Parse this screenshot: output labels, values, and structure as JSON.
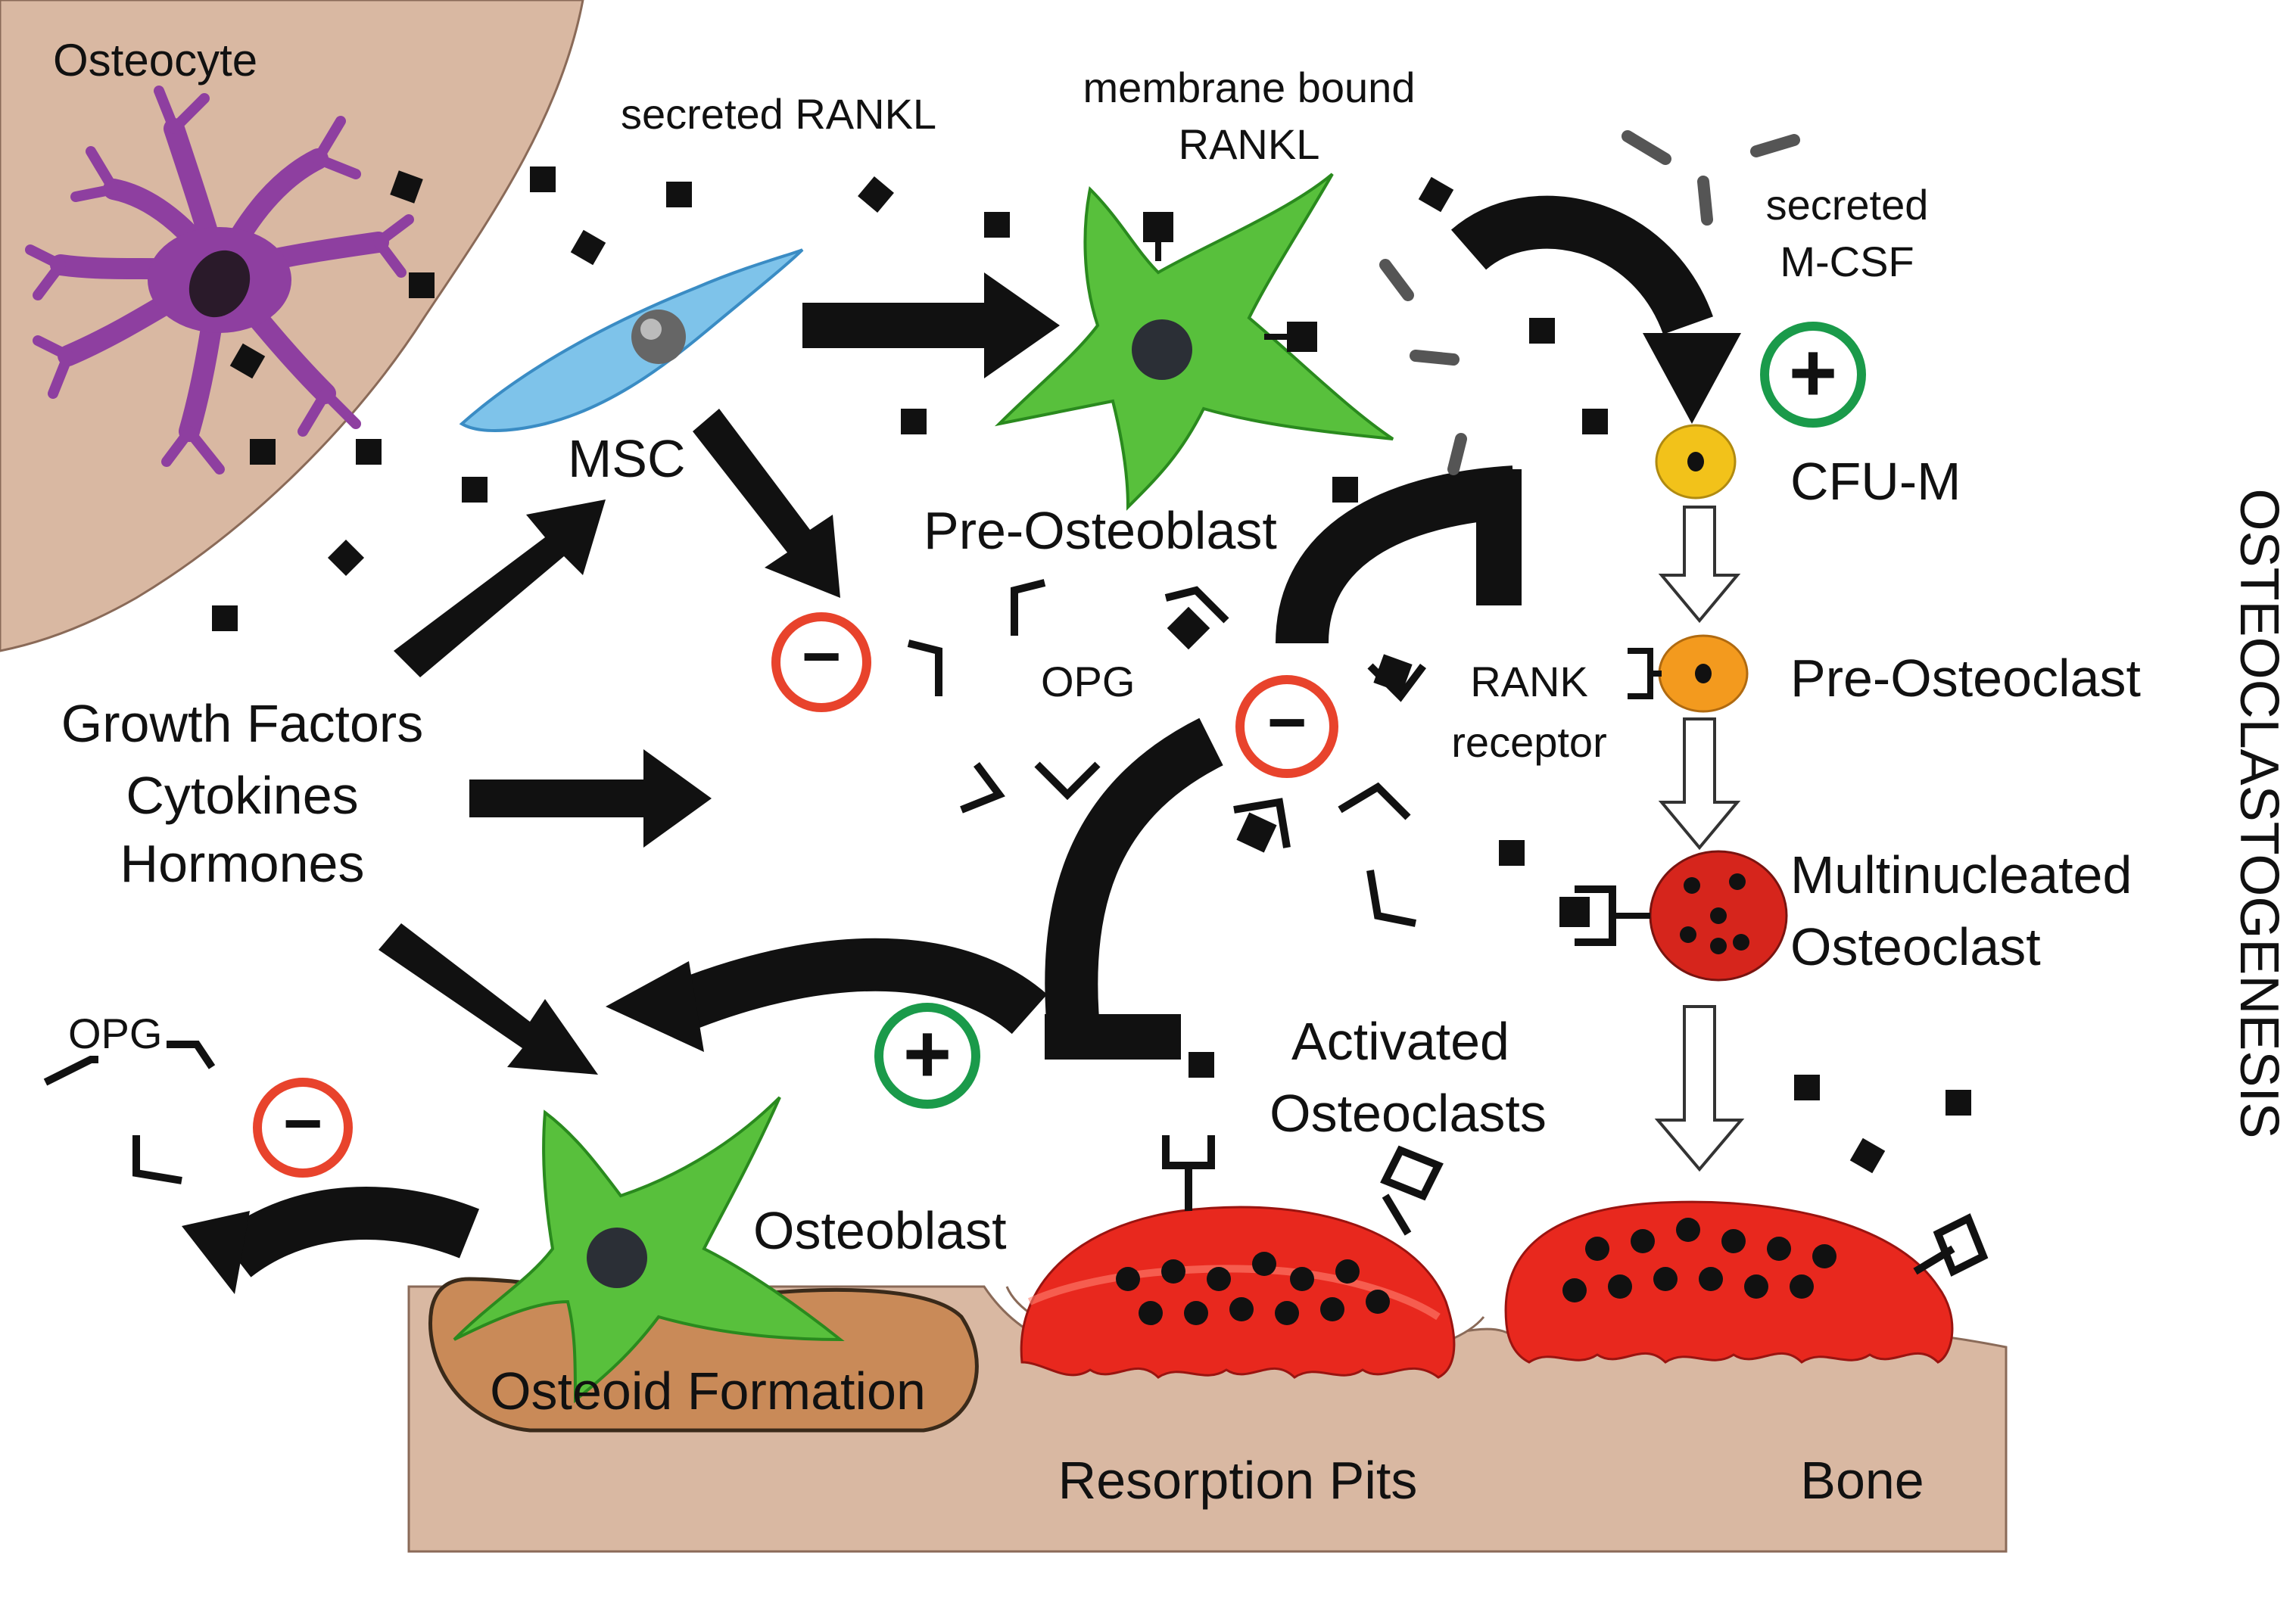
{
  "labels": {
    "osteocyte": "Osteocyte",
    "secreted_rankl": "secreted RANKL",
    "membrane_bound_rankl_line1": "membrane bound",
    "membrane_bound_rankl_line2": "RANKL",
    "secreted_mcsf_line1": "secreted",
    "secreted_mcsf_line2": "M-CSF",
    "msc": "MSC",
    "cfu_m": "CFU-M",
    "pre_osteoblast": "Pre-Osteoblast",
    "opg_center": "OPG",
    "rank_receptor_line1": "RANK",
    "rank_receptor_line2": "receptor",
    "pre_osteoclast": "Pre-Osteoclast",
    "growth_factors": "Growth Factors",
    "cytokines": "Cytokines",
    "hormones": "Hormones",
    "multinucleated_line1": "Multinucleated",
    "multinucleated_line2": "Osteoclast",
    "osteoclastogenesis": "OSTEOCLASTOGENESIS",
    "opg_left": "OPG",
    "activated_line1": "Activated",
    "activated_line2": "Osteoclasts",
    "osteoblast": "Osteoblast",
    "osteoid_formation": "Osteoid Formation",
    "resorption_pits": "Resorption Pits",
    "bone": "Bone"
  },
  "symbols": {
    "plus": "+",
    "minus": "−"
  },
  "colors": {
    "bone_tan": "#d9b8a2",
    "osteoid_brown": "#c98a58",
    "osteocyte_purple": "#8e3fa0",
    "msc_blue": "#7ec3ea",
    "osteoblast_green": "#58c03c",
    "cfu_yellow": "#f2c21a",
    "preosteoclast_orange": "#f39a1e",
    "osteoclast_red": "#e8281e",
    "inhibit_red": "#e8432c",
    "activate_green": "#1a9a4a",
    "arrow_black": "#111111"
  }
}
